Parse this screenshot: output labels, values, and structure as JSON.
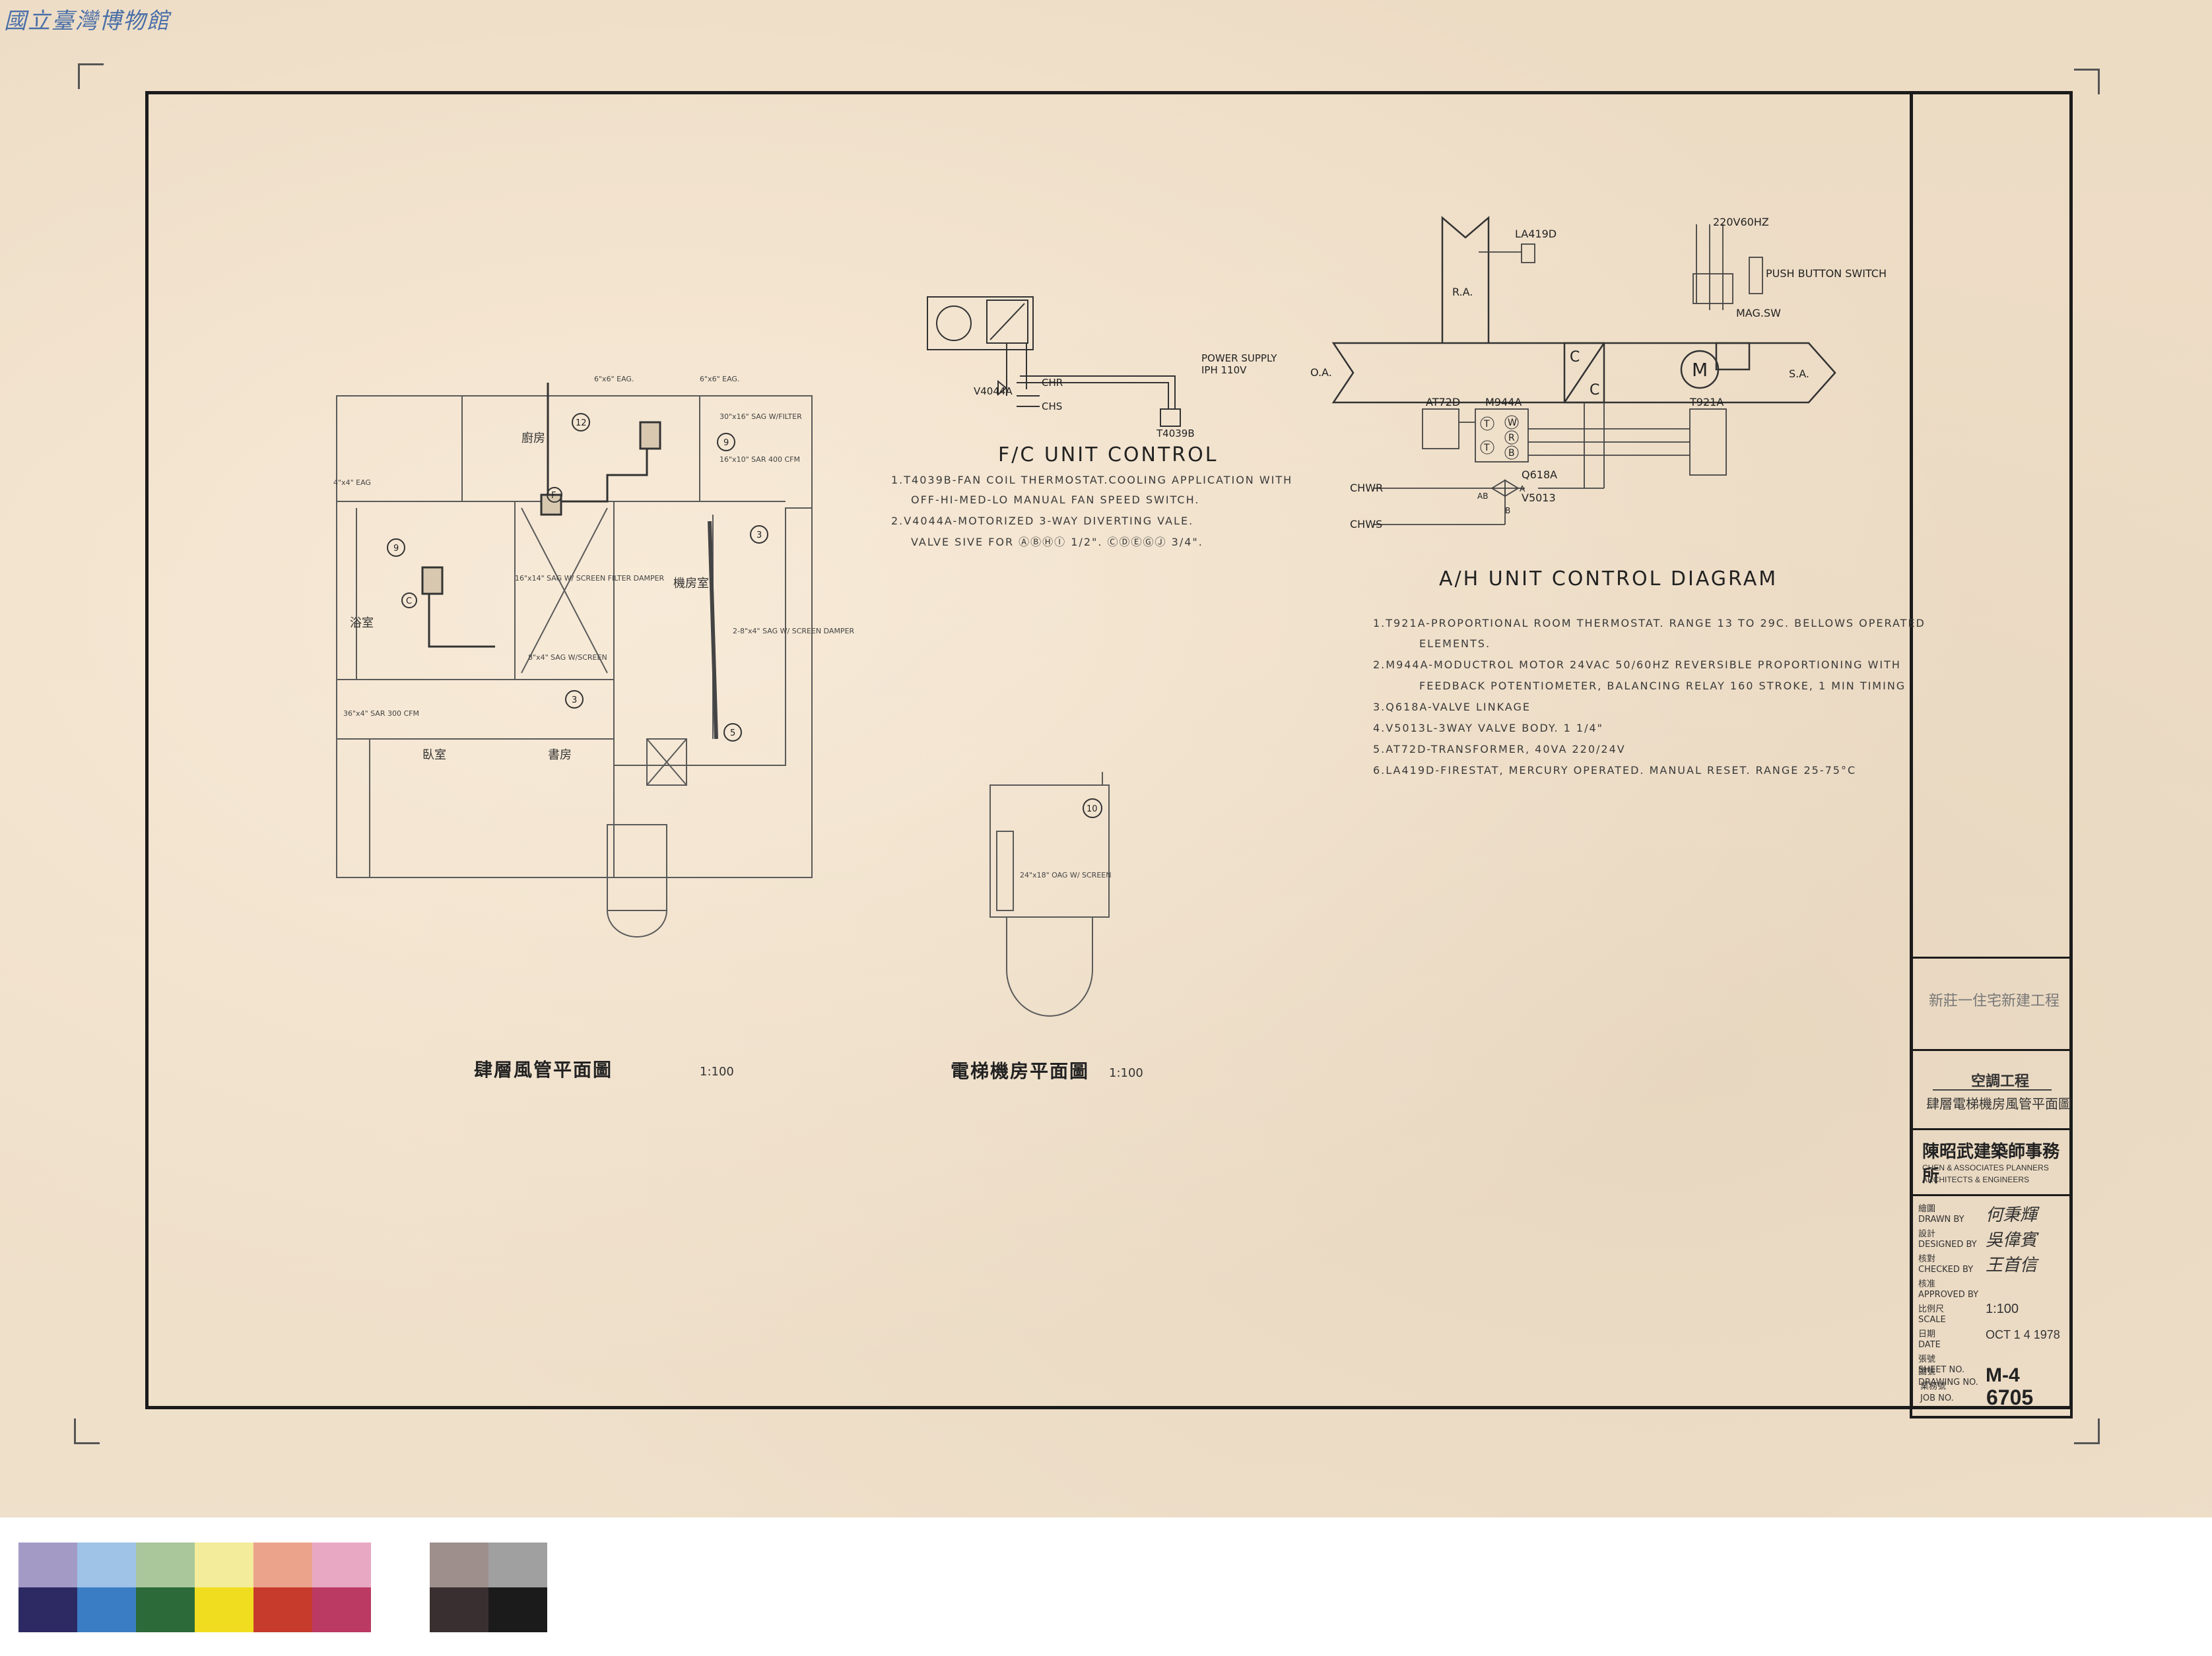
{
  "watermark": "國立臺灣博物館",
  "fc_control": {
    "heading": "F/C UNIT CONTROL",
    "labels": {
      "power_supply": "POWER SUPPLY",
      "phase": "IPH 110V",
      "valve": "V4044A",
      "chr": "CHR",
      "chs": "CHS",
      "thermostat": "T4039B"
    },
    "notes": [
      "1.T4039B-FAN COIL THERMOSTAT.COOLING APPLICATION WITH",
      "OFF-HI-MED-LO MANUAL FAN SPEED SWITCH.",
      "2.V4044A-MOTORIZED 3-WAY DIVERTING VALE.",
      "VALVE SIVE FOR ⒶⒷⒽⒾ 1/2\". ⒸⒹⒺⒼⒿ 3/4\"."
    ]
  },
  "ah_control": {
    "heading": "A/H UNIT CONTROL DIAGRAM",
    "labels": {
      "oa": "O.A.",
      "ra": "R.A.",
      "sa": "S.A.",
      "firestat": "LA419D",
      "supply": "220V60HZ",
      "push_button": "PUSH BUTTON SWITCH",
      "mag_sw": "MAG.SW",
      "transformer": "AT72D",
      "motor": "M944A",
      "thermostat": "T921A",
      "linkage": "Q618A",
      "valve": "V5013",
      "chwr": "CHWR",
      "chws": "CHWS",
      "coil_top": "C",
      "coil_bottom": "C",
      "fan": "M",
      "term_t1": "T",
      "term_t2": "T",
      "term_w": "W",
      "term_r": "R",
      "term_b": "B",
      "port_a": "A",
      "port_ab": "AB",
      "port_b": "B"
    },
    "notes": [
      "1.T921A-PROPORTIONAL ROOM THERMOSTAT. RANGE 13 TO 29C. BELLOWS OPERATED",
      "ELEMENTS.",
      "2.M944A-MODUCTROL MOTOR 24VAC 50/60HZ REVERSIBLE PROPORTIONING WITH",
      "FEEDBACK POTENTIOMETER, BALANCING RELAY 160 STROKE, 1 MIN TIMING",
      "3.Q618A-VALVE LINKAGE",
      "4.V5013L-3WAY VALVE BODY. 1 1/4\"",
      "5.AT72D-TRANSFORMER, 40VA 220/24V",
      "6.LA419D-FIRESTAT, MERCURY OPERATED. MANUAL RESET. RANGE 25-75°C"
    ]
  },
  "plans": {
    "floor4": {
      "title": "肆層風管平面圖",
      "scale": "1:100",
      "rooms": [
        "廚房",
        "機房室",
        "臥室",
        "書房",
        "浴室"
      ],
      "tags": [
        "12",
        "9",
        "9",
        "F",
        "3",
        "3",
        "C",
        "5"
      ],
      "notes": [
        "6\"x6\" EAG.",
        "6\"x6\" EAG.",
        "30\"x16\" SAG W/FILTER",
        "16\"x10\" SAR 400 CFM",
        "16\"x14\" SAG W/ SCREEN FILTER DAMPER",
        "8\"x4\" SAG W/SCREEN",
        "36\"x4\" SAR 300 CFM",
        "2-8\"x4\" SAG W/ SCREEN DAMPER",
        "4\"x4\" EAG"
      ]
    },
    "elevator": {
      "title": "電梯機房平面圖",
      "scale": "1:100",
      "tag": "10",
      "note": "24\"x18\" OAG W/ SCREEN"
    }
  },
  "title_block": {
    "project": "新莊一住宅新建工程",
    "discipline": "空調工程",
    "sheet_title": "肆層電梯機房風管平面圖",
    "firm": "陳昭武建築師事務所",
    "firm_en_1": "CHEN & ASSOCIATES PLANNERS",
    "firm_en_2": "ARCHITECTS & ENGINEERS",
    "fields": [
      {
        "zh": "繪圖",
        "en": "DRAWN BY",
        "value": "何秉輝"
      },
      {
        "zh": "設計",
        "en": "DESIGNED BY",
        "value": "吳偉賓"
      },
      {
        "zh": "核對",
        "en": "CHECKED BY",
        "value": "王首信"
      },
      {
        "zh": "核准",
        "en": "APPROVED BY",
        "value": ""
      },
      {
        "zh": "比例尺",
        "en": "SCALE",
        "value": "1:100"
      },
      {
        "zh": "日期",
        "en": "DATE",
        "value": "OCT 1 4 1978"
      },
      {
        "zh": "張號",
        "en": "SHEET NO.",
        "value": ""
      },
      {
        "zh": "圖號",
        "en": "DRAWING NO.",
        "value": "M-4"
      }
    ],
    "job": {
      "zh": "業務號",
      "en": "JOB NO.",
      "value": "6705"
    }
  },
  "color_bar": {
    "top": [
      "#a49ac6",
      "#9ec3e6",
      "#a9c79b",
      "#f3ec9a",
      "#eba38c",
      "#e8a8c4",
      "#ffffff",
      "#9f8f8c",
      "#a0a0a0"
    ],
    "bottom": [
      "#2d2a63",
      "#3b7dc4",
      "#2c6a3a",
      "#f1dd20",
      "#c73b2d",
      "#bb3a63",
      "#ffffff",
      "#3a2f30",
      "#1b1b1b"
    ]
  }
}
